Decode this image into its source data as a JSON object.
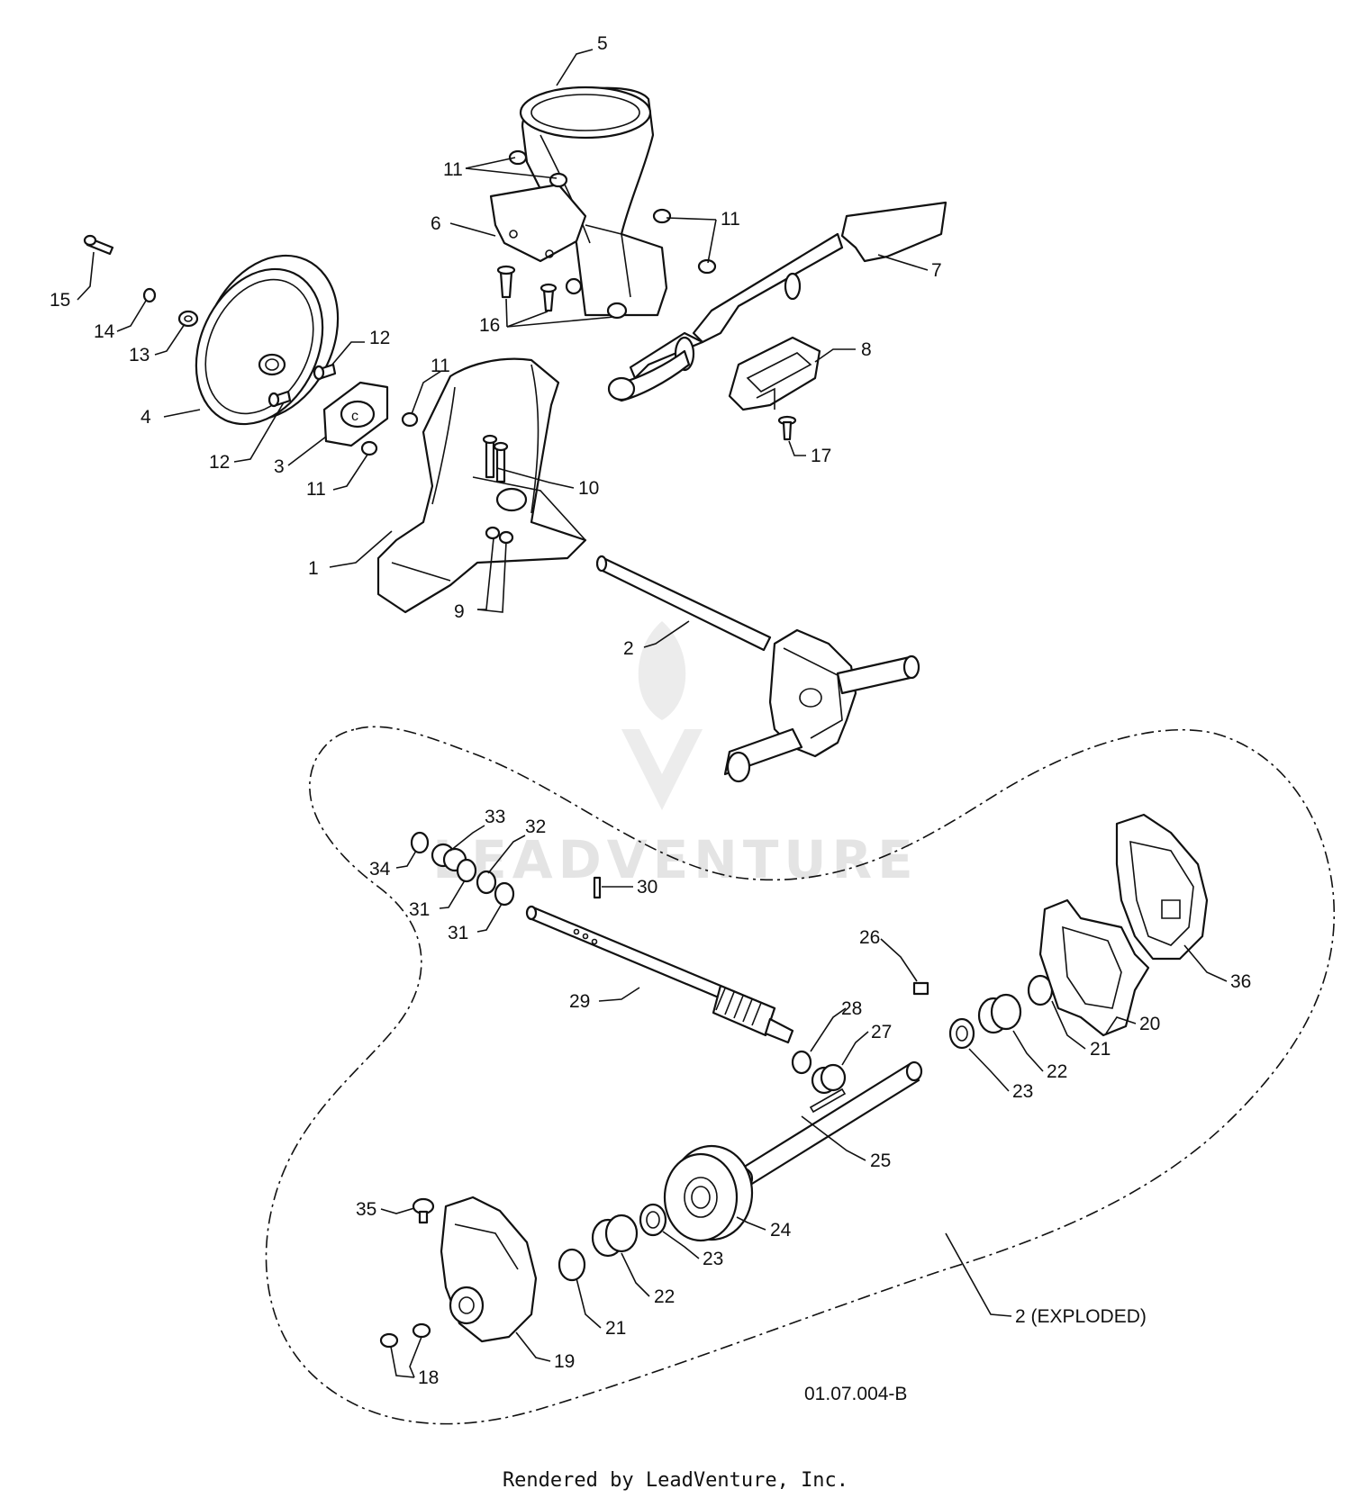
{
  "callouts": [
    {
      "id": "c5",
      "label": "5"
    },
    {
      "id": "c11a",
      "label": "11"
    },
    {
      "id": "c11b",
      "label": "11"
    },
    {
      "id": "c6",
      "label": "6"
    },
    {
      "id": "c7",
      "label": "7"
    },
    {
      "id": "c16",
      "label": "16"
    },
    {
      "id": "c15",
      "label": "15"
    },
    {
      "id": "c14",
      "label": "14"
    },
    {
      "id": "c13",
      "label": "13"
    },
    {
      "id": "c12a",
      "label": "12"
    },
    {
      "id": "c11c",
      "label": "11"
    },
    {
      "id": "c8",
      "label": "8"
    },
    {
      "id": "c4",
      "label": "4"
    },
    {
      "id": "c12b",
      "label": "12"
    },
    {
      "id": "c3",
      "label": "3"
    },
    {
      "id": "c11d",
      "label": "11"
    },
    {
      "id": "c17",
      "label": "17"
    },
    {
      "id": "c10",
      "label": "10"
    },
    {
      "id": "c1",
      "label": "1"
    },
    {
      "id": "c9",
      "label": "9"
    },
    {
      "id": "c2",
      "label": "2"
    },
    {
      "id": "c33",
      "label": "33"
    },
    {
      "id": "c32",
      "label": "32"
    },
    {
      "id": "c34",
      "label": "34"
    },
    {
      "id": "c30",
      "label": "30"
    },
    {
      "id": "c31a",
      "label": "31"
    },
    {
      "id": "c31b",
      "label": "31"
    },
    {
      "id": "c26",
      "label": "26"
    },
    {
      "id": "c36",
      "label": "36"
    },
    {
      "id": "c29",
      "label": "29"
    },
    {
      "id": "c28",
      "label": "28"
    },
    {
      "id": "c27",
      "label": "27"
    },
    {
      "id": "c20",
      "label": "20"
    },
    {
      "id": "c21a",
      "label": "21"
    },
    {
      "id": "c22a",
      "label": "22"
    },
    {
      "id": "c23a",
      "label": "23"
    },
    {
      "id": "c25",
      "label": "25"
    },
    {
      "id": "c35",
      "label": "35"
    },
    {
      "id": "c24",
      "label": "24"
    },
    {
      "id": "c23b",
      "label": "23"
    },
    {
      "id": "c22b",
      "label": "22"
    },
    {
      "id": "c21b",
      "label": "21"
    },
    {
      "id": "c19",
      "label": "19"
    },
    {
      "id": "c18",
      "label": "18"
    },
    {
      "id": "c2x",
      "label": "2 (EXPLODED)"
    }
  ],
  "drawing_code": "01.07.004-B",
  "watermark": "LEADVENTURE",
  "footer": "Rendered by LeadVenture, Inc."
}
